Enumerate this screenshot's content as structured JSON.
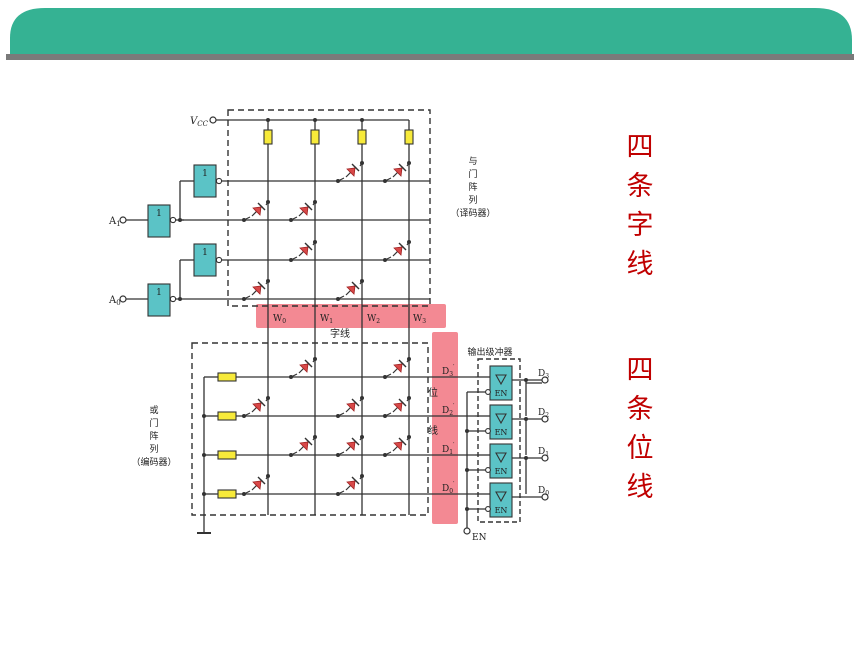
{
  "colors": {
    "banner": "#35b293",
    "banner_line": "#7a7a7a",
    "gate_fill": "#5bc3c6",
    "resistor_fill": "#f7ea3a",
    "diode_red": "#d84848",
    "highlight": "#f06b78",
    "accent_text": "#c00000"
  },
  "diagram": {
    "vcc_label": "V",
    "vcc_sub": "CC",
    "inputs": [
      {
        "label": "A",
        "sub": "1"
      },
      {
        "label": "A",
        "sub": "0"
      }
    ],
    "gate_symbol": "1",
    "and_array_label": [
      "与",
      "门",
      "阵",
      "列",
      "（译码器）"
    ],
    "or_array_label": [
      "或",
      "门",
      "阵",
      "列",
      "（编码器）"
    ],
    "word_lines": [
      {
        "label": "W",
        "sub": "0"
      },
      {
        "label": "W",
        "sub": "1"
      },
      {
        "label": "W",
        "sub": "2"
      },
      {
        "label": "W",
        "sub": "3"
      }
    ],
    "word_line_caption": "字线",
    "bit_line_caption": [
      "位",
      "线"
    ],
    "buffer_label": "输出级冲器",
    "bit_lines": [
      {
        "label": "D",
        "sub": "3",
        "sup": "′"
      },
      {
        "label": "D",
        "sub": "2",
        "sup": "′"
      },
      {
        "label": "D",
        "sub": "1",
        "sup": "′"
      },
      {
        "label": "D",
        "sub": "0",
        "sup": "′"
      }
    ],
    "buffer_symbol": "EN",
    "outputs": [
      {
        "label": "D",
        "sub": "3"
      },
      {
        "label": "D",
        "sub": "2"
      },
      {
        "label": "D",
        "sub": "1"
      },
      {
        "label": "D",
        "sub": "0"
      }
    ],
    "enable_label": "EN"
  },
  "side_labels": {
    "word": [
      "四",
      "条",
      "字",
      "线"
    ],
    "bit": [
      "四",
      "条",
      "位",
      "线"
    ]
  }
}
